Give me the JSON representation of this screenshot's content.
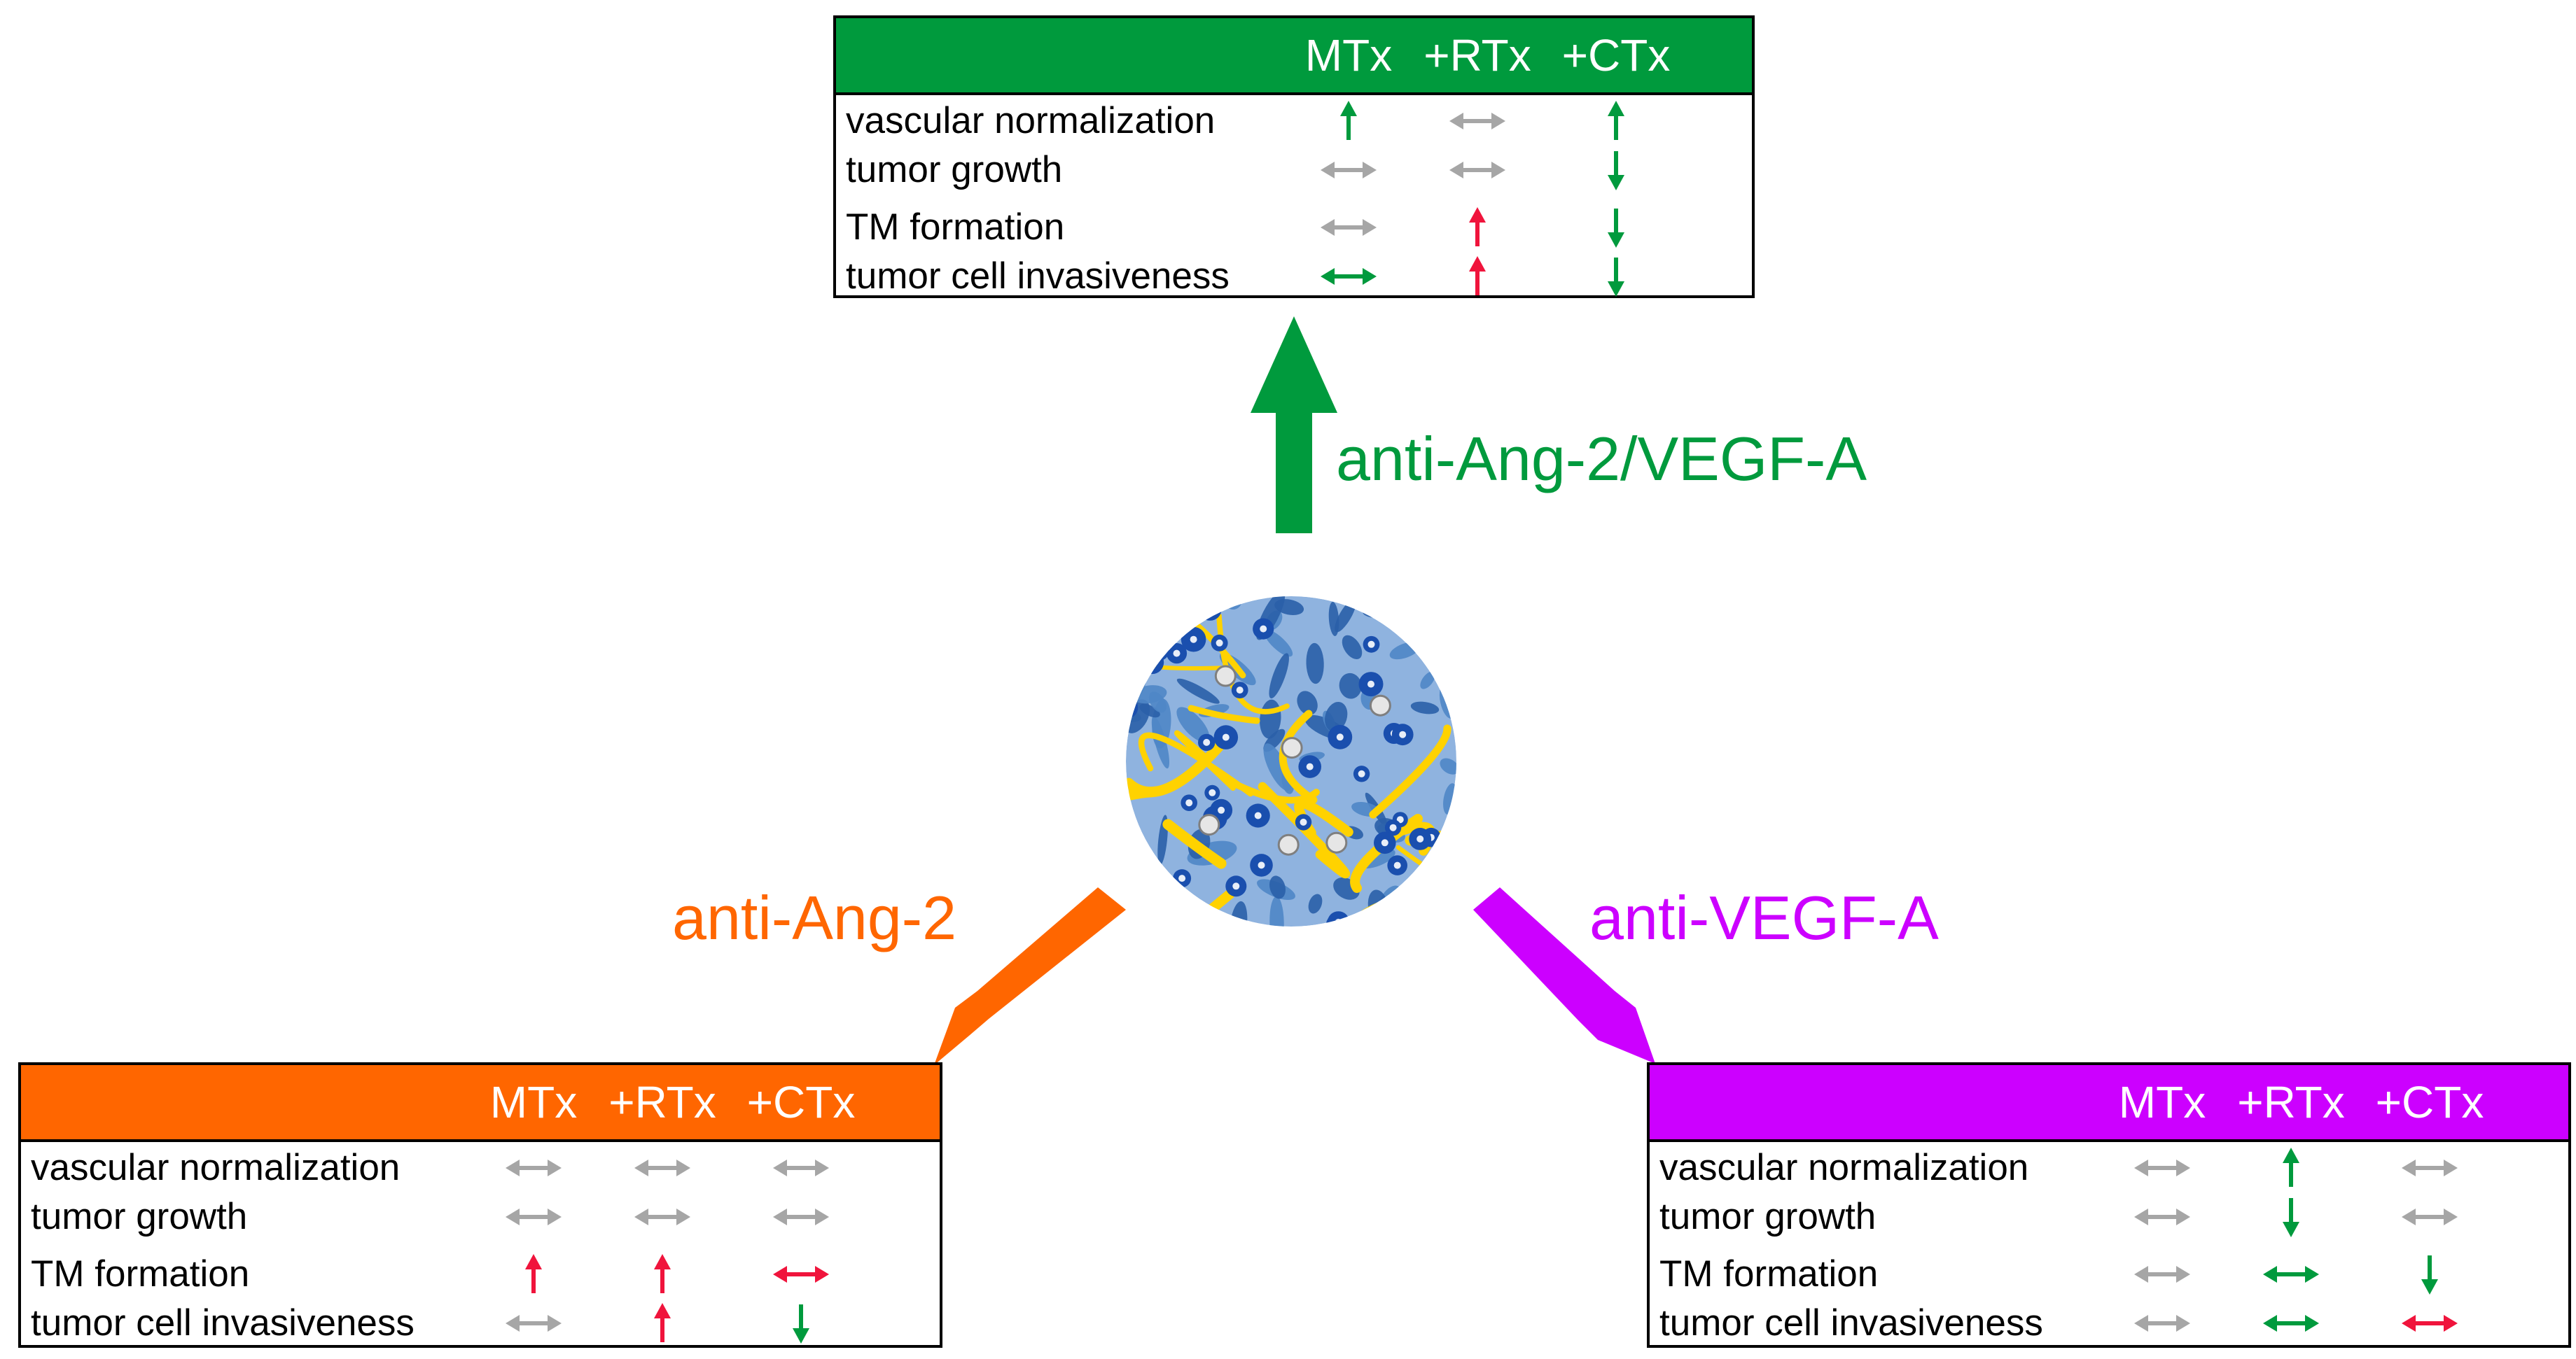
{
  "colors": {
    "green": "#009a3d",
    "orange": "#ff6600",
    "magenta": "#cc00ff",
    "gray": "#a6a6a6",
    "red": "#f0143c"
  },
  "panels": [
    {
      "id": "top",
      "theme": "green",
      "columns": [
        "MTx",
        "+RTx",
        "+CTx"
      ],
      "rows": [
        {
          "label": "vascular normalization",
          "cells": [
            [
              "up",
              "green"
            ],
            [
              "both",
              "gray"
            ],
            [
              "up",
              "green"
            ]
          ]
        },
        {
          "label": "tumor growth",
          "cells": [
            [
              "both",
              "gray"
            ],
            [
              "both",
              "gray"
            ],
            [
              "down",
              "green"
            ]
          ]
        },
        {
          "label": "TM formation",
          "cells": [
            [
              "both",
              "gray"
            ],
            [
              "up",
              "red"
            ],
            [
              "down",
              "green"
            ]
          ]
        },
        {
          "label": "tumor cell invasiveness",
          "cells": [
            [
              "both",
              "green"
            ],
            [
              "up",
              "red"
            ],
            [
              "down",
              "green"
            ]
          ]
        }
      ]
    },
    {
      "id": "left",
      "theme": "orange",
      "columns": [
        "MTx",
        "+RTx",
        "+CTx"
      ],
      "rows": [
        {
          "label": "vascular normalization",
          "cells": [
            [
              "both",
              "gray"
            ],
            [
              "both",
              "gray"
            ],
            [
              "both",
              "gray"
            ]
          ]
        },
        {
          "label": "tumor growth",
          "cells": [
            [
              "both",
              "gray"
            ],
            [
              "both",
              "gray"
            ],
            [
              "both",
              "gray"
            ]
          ]
        },
        {
          "label": "TM formation",
          "cells": [
            [
              "up",
              "red"
            ],
            [
              "up",
              "red"
            ],
            [
              "both",
              "red"
            ]
          ]
        },
        {
          "label": "tumor cell invasiveness",
          "cells": [
            [
              "both",
              "gray"
            ],
            [
              "up",
              "red"
            ],
            [
              "down",
              "green"
            ]
          ]
        }
      ]
    },
    {
      "id": "right",
      "theme": "magenta",
      "columns": [
        "MTx",
        "+RTx",
        "+CTx"
      ],
      "rows": [
        {
          "label": "vascular normalization",
          "cells": [
            [
              "both",
              "gray"
            ],
            [
              "up",
              "green"
            ],
            [
              "both",
              "gray"
            ]
          ]
        },
        {
          "label": "tumor growth",
          "cells": [
            [
              "both",
              "gray"
            ],
            [
              "down",
              "green"
            ],
            [
              "both",
              "gray"
            ]
          ]
        },
        {
          "label": "TM formation",
          "cells": [
            [
              "both",
              "gray"
            ],
            [
              "both",
              "green"
            ],
            [
              "down",
              "green"
            ]
          ]
        },
        {
          "label": "tumor cell invasiveness",
          "cells": [
            [
              "both",
              "gray"
            ],
            [
              "both",
              "green"
            ],
            [
              "both",
              "red"
            ]
          ]
        }
      ]
    }
  ],
  "treatments": {
    "combined": "anti-Ang-2/VEGF-A",
    "ang2": "anti-Ang-2",
    "vegfa": "anti-VEGF-A"
  },
  "tumor": {
    "icon": "tumor-cell-cluster-icon"
  }
}
